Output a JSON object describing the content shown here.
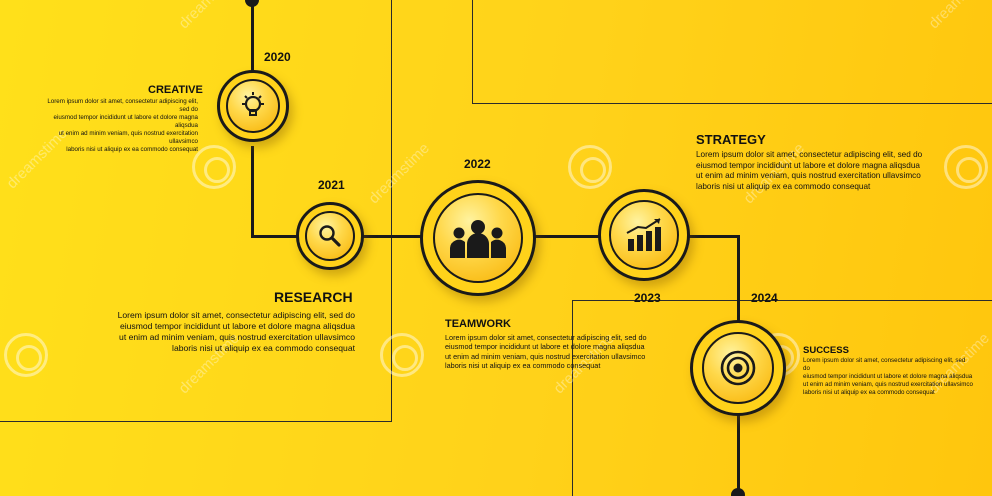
{
  "milestones": [
    {
      "year": "2020",
      "title": "CREATIVE",
      "icon": "lightbulb-icon",
      "text": [
        "Lorem ipsum dolor sit amet, consectetur adipiscing elit, sed do",
        "eiusmod tempor incididunt ut labore et dolore magna aliqsdua",
        "ut enim ad minim veniam, quis nostrud exercitation ullavsimco",
        "laboris nisi ut aliquip ex ea commodo consequat"
      ]
    },
    {
      "year": "2021",
      "title": "RESEARCH",
      "icon": "magnifier-icon",
      "text": [
        "Lorem ipsum dolor sit amet, consectetur adipiscing elit, sed do",
        "eiusmod tempor incididunt ut labore et dolore magna aliqsdua",
        "ut enim ad minim veniam, quis nostrud exercitation ullavsimco",
        "laboris nisi ut aliquip ex ea commodo consequat"
      ]
    },
    {
      "year": "2022",
      "title": "TEAMWORK",
      "icon": "team-icon",
      "text": [
        "Lorem ipsum dolor sit amet, consectetur adipiscing elit, sed do",
        "eiusmod tempor incididunt ut labore et dolore magna aliqsdua",
        "ut enim ad minim veniam, quis nostrud exercitation ullavsimco",
        "laboris nisi ut aliquip ex ea commodo consequat"
      ]
    },
    {
      "year": "2023",
      "title": "STRATEGY",
      "icon": "bar-chart-icon",
      "text": [
        "Lorem ipsum dolor sit amet, consectetur adipiscing elit, sed do",
        "eiusmod tempor incididunt ut labore et dolore magna aliqsdua",
        "ut enim ad minim veniam, quis nostrud exercitation ullavsimco",
        "laboris nisi ut aliquip ex ea commodo consequat"
      ]
    },
    {
      "year": "2024",
      "title": "SUCCESS",
      "icon": "target-icon",
      "text": [
        "Lorem ipsum dolor sit amet, consectetur adipiscing elit, sed do",
        "eiusmod tempor incididunt ut labore et dolore magna aliqsdua",
        "ut enim ad minim veniam, quis nostrud exercitation ullavsimco",
        "laboris nisi ut aliquip ex ea commodo consequat"
      ]
    }
  ],
  "watermark": "dreamstime",
  "colors": {
    "background": "#ffd21a",
    "line": "#1a1a1a",
    "accent": "#f7b000"
  }
}
